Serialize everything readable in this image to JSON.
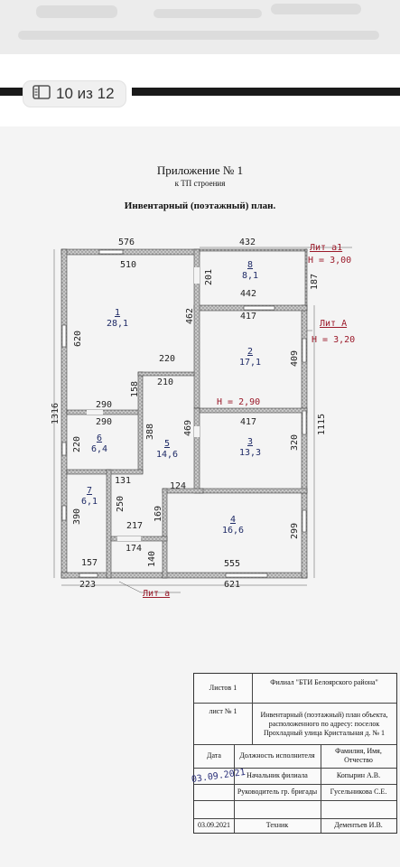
{
  "page_counter": {
    "icon": "page-icon",
    "text": "10 из 12"
  },
  "document": {
    "title": "Приложение № 1",
    "subtitle": "к ТП строения",
    "plan_title": "Инвентарный (поэтажный) план."
  },
  "plan": {
    "dims": {
      "d576": "576",
      "d432": "432",
      "d510": "510",
      "d201": "201",
      "d442": "442",
      "d187": "187",
      "d417a": "417",
      "d620": "620",
      "d462": "462",
      "d409": "409",
      "d220a": "220",
      "d210": "210",
      "d158": "158",
      "d290a": "290",
      "d290b": "290",
      "d1316": "1316",
      "d220b": "220",
      "d388": "388",
      "d469": "469",
      "d417b": "417",
      "d1115": "1115",
      "d320": "320",
      "d131": "131",
      "d124": "124",
      "d250": "250",
      "d390": "390",
      "d169": "169",
      "d217": "217",
      "d299": "299",
      "d174": "174",
      "d140": "140",
      "d157": "157",
      "d555": "555",
      "d223": "223",
      "d621": "621"
    },
    "rooms": [
      {
        "num": "1",
        "area": "28,1"
      },
      {
        "num": "2",
        "area": "17,1"
      },
      {
        "num": "3",
        "area": "13,3"
      },
      {
        "num": "4",
        "area": "16,6"
      },
      {
        "num": "5",
        "area": "14,6"
      },
      {
        "num": "6",
        "area": "6,4"
      },
      {
        "num": "7",
        "area": "6,1"
      },
      {
        "num": "8",
        "area": "8,1"
      }
    ],
    "labels": {
      "lit_a1": "Лит а1",
      "h_300": "H = 3,00",
      "lit_A": "Лит А",
      "h_320": "H = 3,20",
      "h_290": "H = 2,90",
      "lit_a": "Лит а"
    }
  },
  "stamp": {
    "sheets": "Листов 1",
    "org": "Филиал \"БТИ Белоярского района\"",
    "sheet_no": "лист № 1",
    "description": "Инвентарный (поэтажный) план объекта, расположенного по адресу: поселок Прохладный улица Кристальная д. № 1",
    "col_date": "Дата",
    "col_position": "Должность исполнителя",
    "col_name": "Фамилия, Имя, Отчество",
    "row1_position": "Начальник филиала",
    "row1_name": "Копырин А.В.",
    "row2_position": "Руководитель гр. бригады",
    "row2_name": "Гусельникова С.Е.",
    "row3_date": "03.09.2021",
    "row3_position": "Техник",
    "row3_name": "Дементьев И.В.",
    "handwritten_date": "03.09.2021"
  }
}
